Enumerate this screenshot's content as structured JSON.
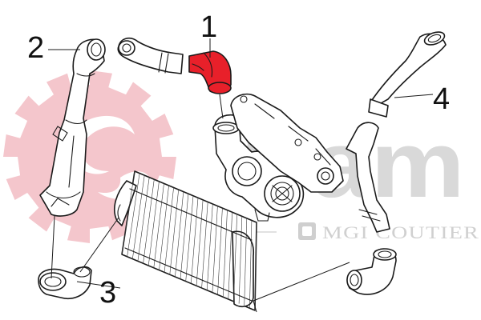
{
  "brand": {
    "watermark": "Sam",
    "company": "MGI COUTIER",
    "logo_color": "#f4c6cc",
    "highlight_color": "#e8202a"
  },
  "callouts": [
    {
      "id": "1",
      "text": "1"
    },
    {
      "id": "2",
      "text": "2"
    },
    {
      "id": "3",
      "text": "3"
    },
    {
      "id": "4",
      "text": "4"
    }
  ]
}
